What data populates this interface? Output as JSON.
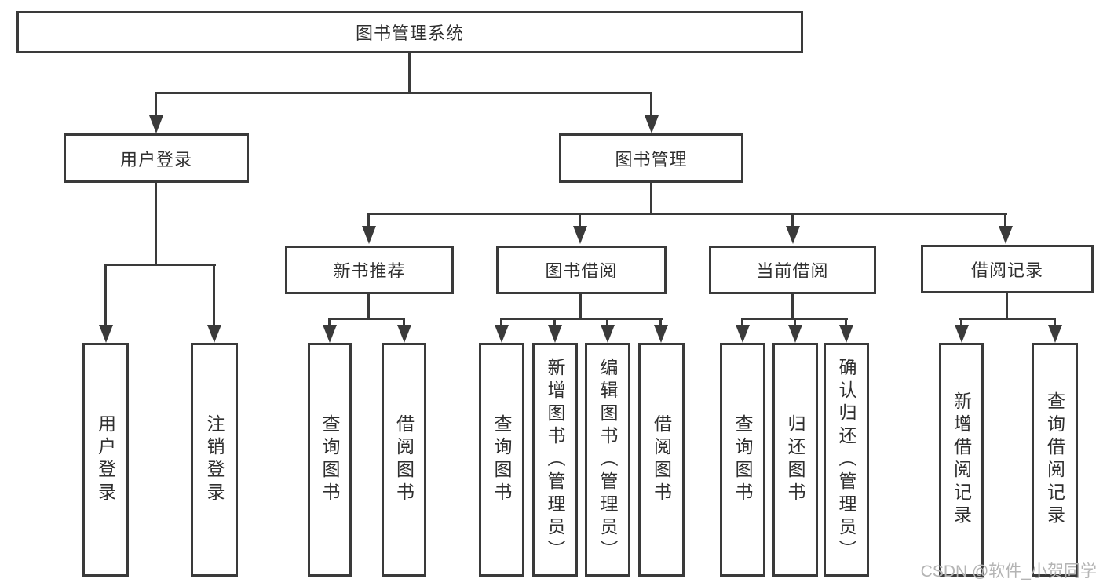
{
  "colors": {
    "line": "#3a3a3a",
    "text": "#2f2f2f",
    "background": "#ffffff",
    "watermark": "#b4b4b4"
  },
  "tree": {
    "root": "图书管理系统",
    "login": {
      "label": "用户登录",
      "leaves": [
        "用户登录",
        "注销登录"
      ]
    },
    "management": {
      "label": "图书管理",
      "groups": [
        {
          "label": "新书推荐",
          "leaves": [
            "查询图书",
            "借阅图书"
          ]
        },
        {
          "label": "图书借阅",
          "leaves": [
            "查询图书",
            "新增图书（管理员）",
            "编辑图书（管理员）",
            "借阅图书"
          ]
        },
        {
          "label": "当前借阅",
          "leaves": [
            "查询图书",
            "归还图书",
            "确认归还（管理员）"
          ]
        },
        {
          "label": "借阅记录",
          "leaves": [
            "新增借阅记录",
            "查询借阅记录"
          ]
        }
      ]
    }
  },
  "watermark": {
    "text": "CSDN @软件_小贺同学"
  }
}
